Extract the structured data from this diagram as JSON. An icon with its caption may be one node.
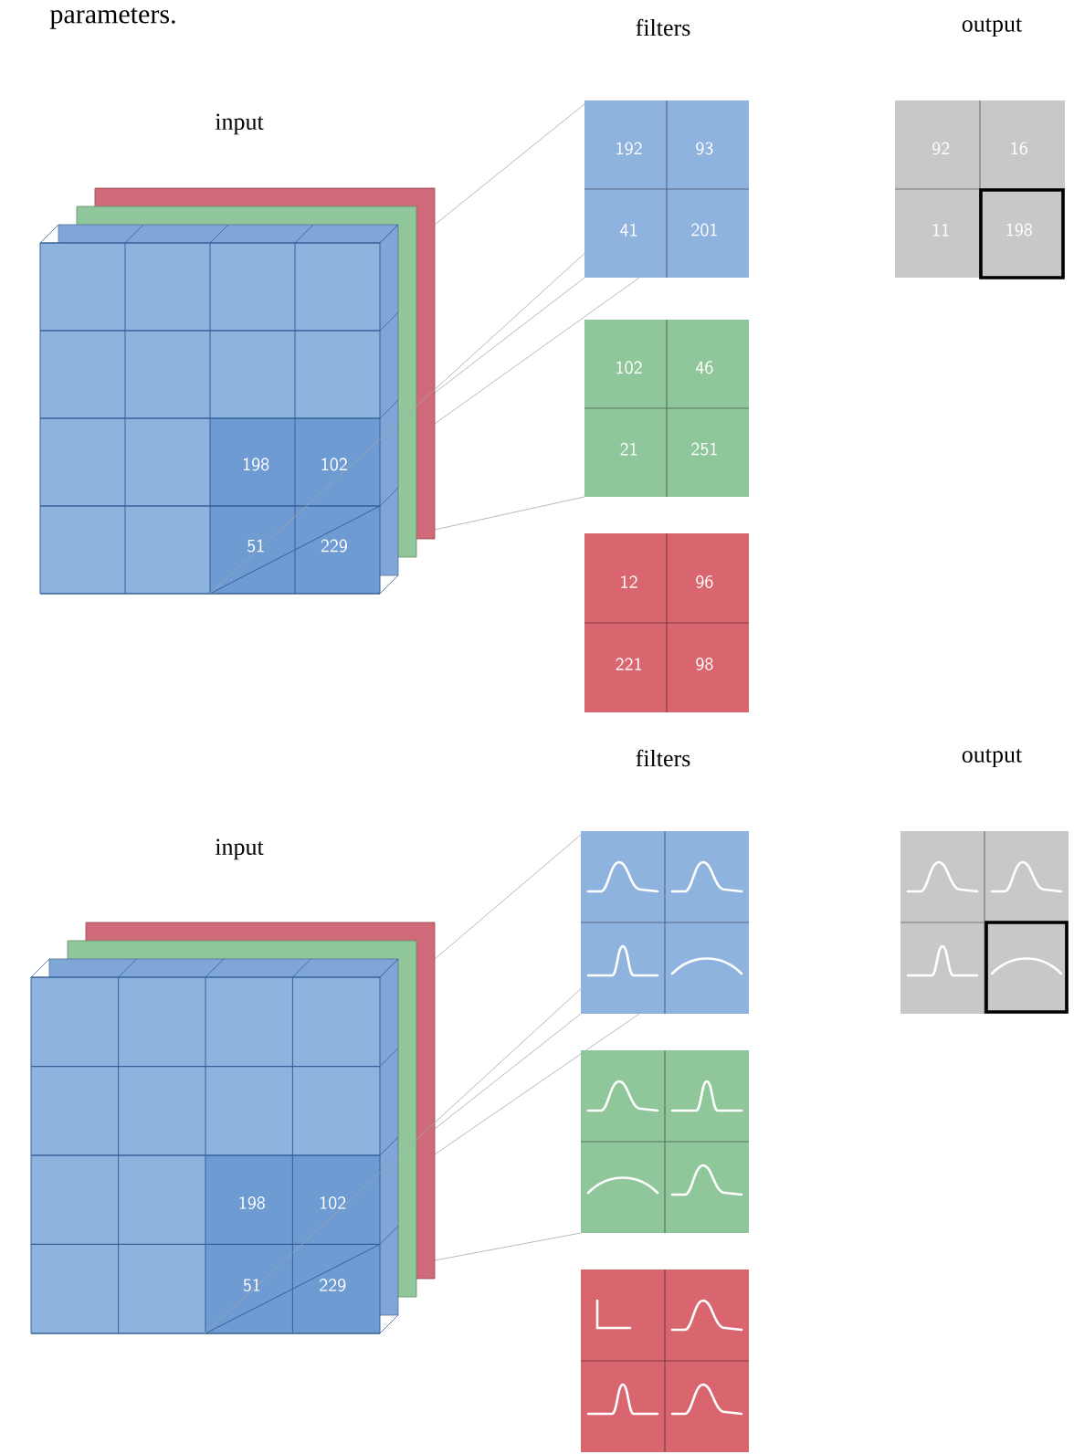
{
  "diagram": {
    "labels": [
      "parameters.",
      "filters",
      "output",
      "input",
      "198",
      "102",
      "51",
      "229",
      "192",
      "93",
      "41",
      "201",
      "102",
      "46",
      "21",
      "251",
      "12",
      "96",
      "221",
      "98",
      "92",
      "16",
      "11",
      "198",
      "filters",
      "output",
      "input",
      "198",
      "102",
      "51",
      "229"
    ]
  }
}
